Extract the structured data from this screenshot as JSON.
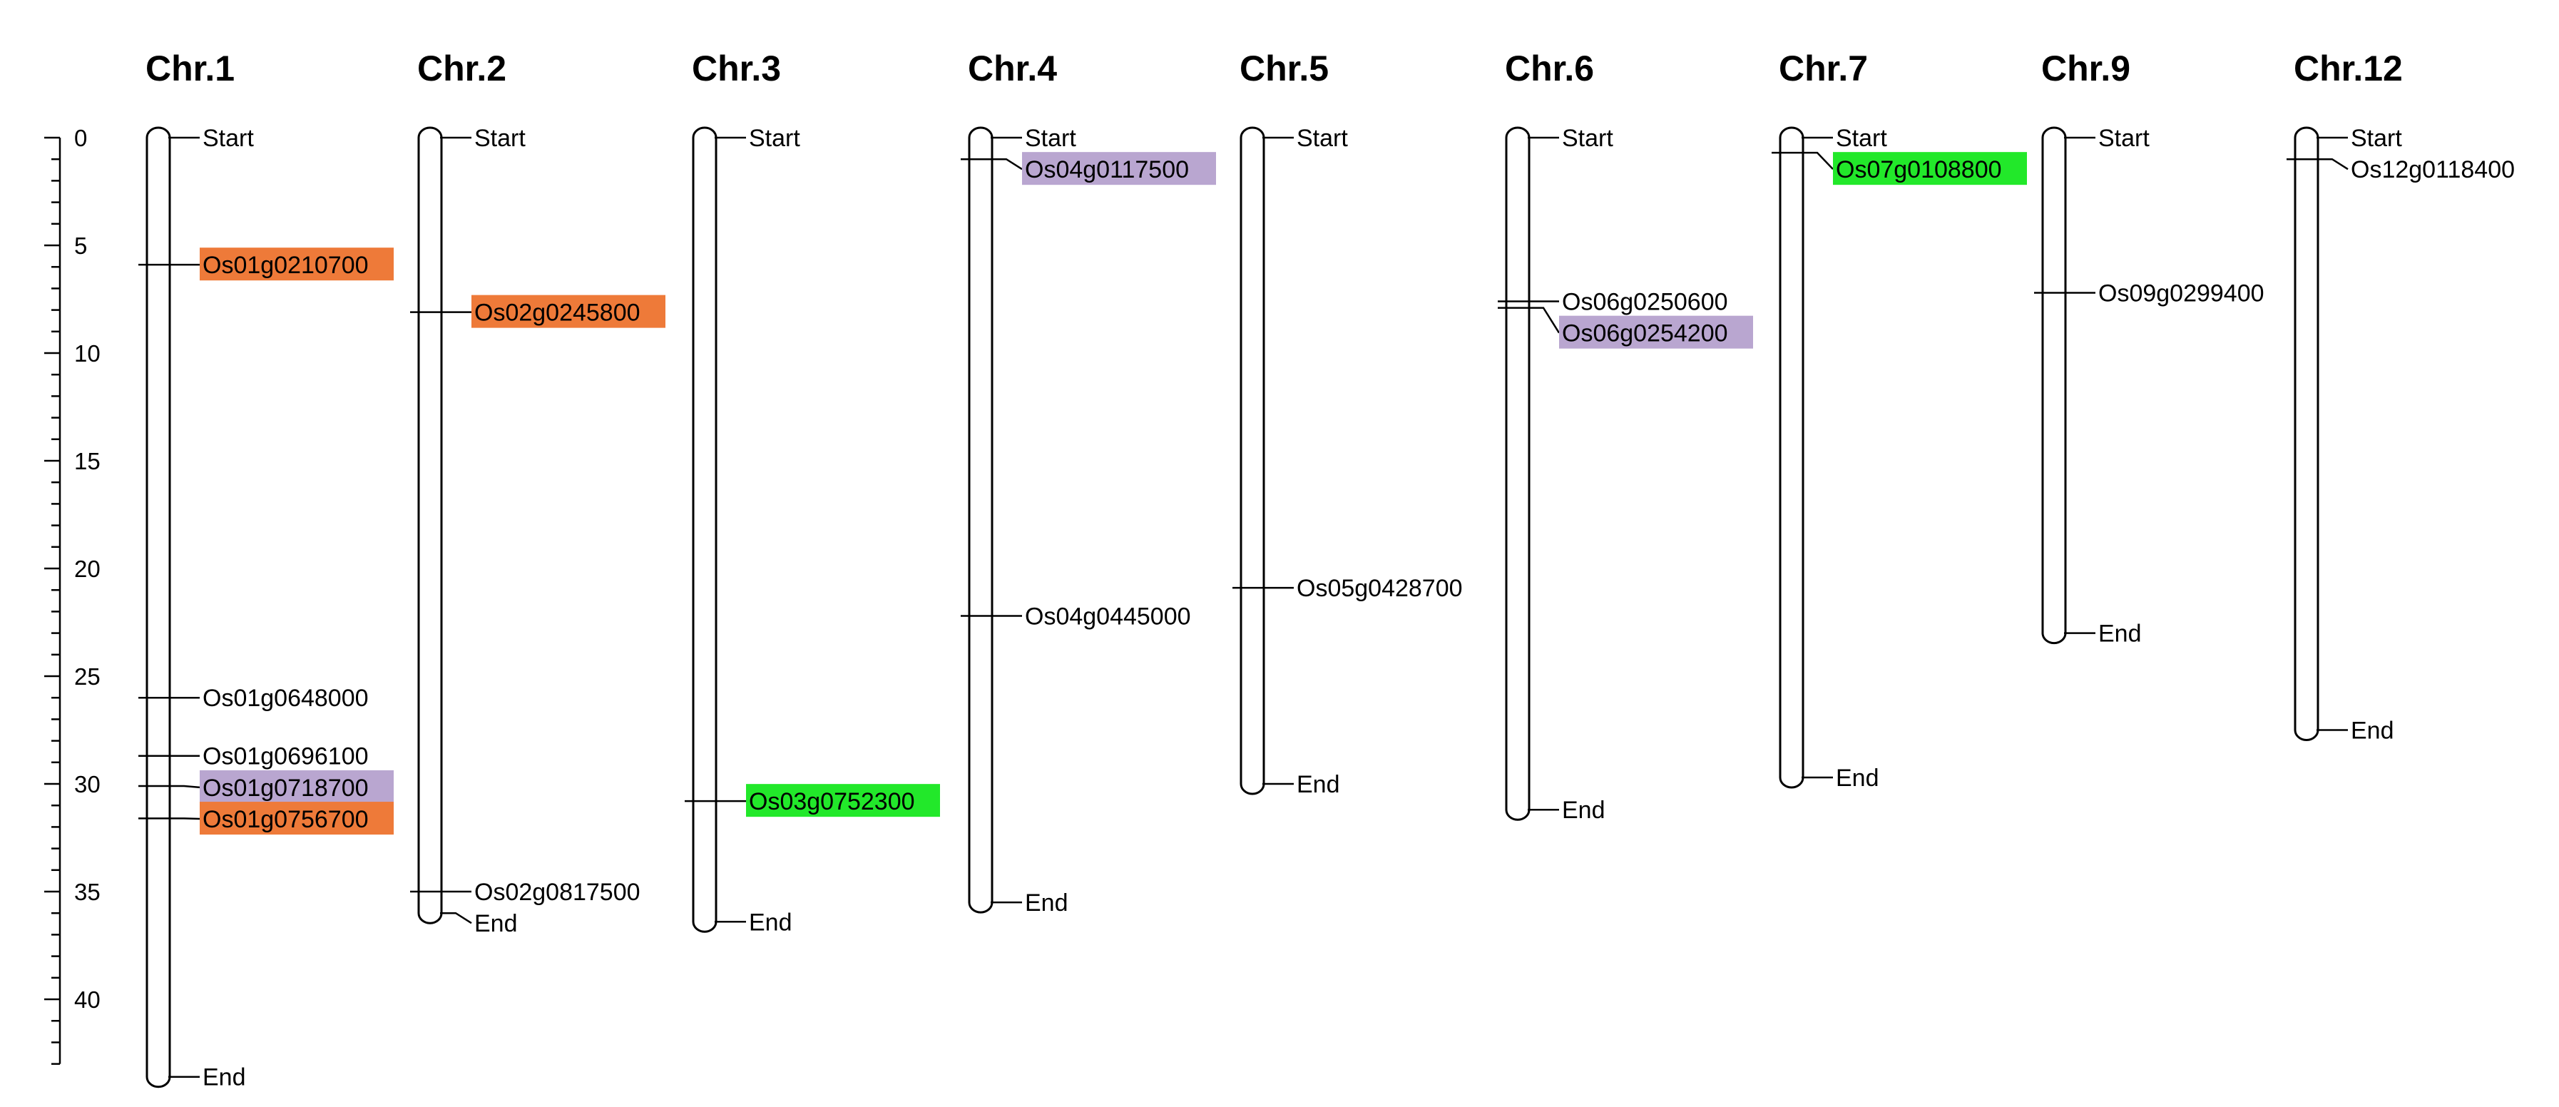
{
  "chart_data": {
    "type": "chromosome-map",
    "axis": {
      "ylim": [
        0,
        43
      ],
      "major_ticks": [
        0,
        5,
        10,
        15,
        20,
        25,
        30,
        35,
        40
      ],
      "minor_tick_step": 1
    },
    "colors": {
      "orange": "#ee7a39",
      "purple": "#b9a6d0",
      "green": "#22e82a",
      "none": "none"
    },
    "chromosomes": [
      {
        "name": "Chr.1",
        "length": 43.6,
        "start_label": "Start",
        "end_label": "End",
        "genes": [
          {
            "id": "Os01g0210700",
            "pos": 5.9,
            "highlight": "orange"
          },
          {
            "id": "Os01g0648000",
            "pos": 26.0,
            "highlight": "none"
          },
          {
            "id": "Os01g0696100",
            "pos": 28.7,
            "highlight": "none"
          },
          {
            "id": "Os01g0718700",
            "pos": 30.1,
            "highlight": "purple"
          },
          {
            "id": "Os01g0756700",
            "pos": 31.6,
            "highlight": "orange"
          }
        ]
      },
      {
        "name": "Chr.2",
        "length": 36.0,
        "start_label": "Start",
        "end_label": "End",
        "genes": [
          {
            "id": "Os02g0245800",
            "pos": 8.1,
            "highlight": "orange"
          },
          {
            "id": "Os02g0817500",
            "pos": 35.0,
            "highlight": "none"
          }
        ]
      },
      {
        "name": "Chr.3",
        "length": 36.4,
        "start_label": "Start",
        "end_label": "End",
        "genes": [
          {
            "id": "Os03g0752300",
            "pos": 30.8,
            "highlight": "green"
          }
        ]
      },
      {
        "name": "Chr.4",
        "length": 35.5,
        "start_label": "Start",
        "end_label": "End",
        "genes": [
          {
            "id": "Os04g0117500",
            "pos": 1.0,
            "highlight": "purple"
          },
          {
            "id": "Os04g0445000",
            "pos": 22.2,
            "highlight": "none"
          }
        ]
      },
      {
        "name": "Chr.5",
        "length": 30.0,
        "start_label": "Start",
        "end_label": "End",
        "genes": [
          {
            "id": "Os05g0428700",
            "pos": 20.9,
            "highlight": "none"
          }
        ]
      },
      {
        "name": "Chr.6",
        "length": 31.2,
        "start_label": "Start",
        "end_label": "End",
        "genes": [
          {
            "id": "Os06g0250600",
            "pos": 7.6,
            "highlight": "none"
          },
          {
            "id": "Os06g0254200",
            "pos": 7.9,
            "highlight": "purple"
          }
        ]
      },
      {
        "name": "Chr.7",
        "length": 29.7,
        "start_label": "Start",
        "end_label": "End",
        "genes": [
          {
            "id": "Os07g0108800",
            "pos": 0.7,
            "highlight": "green"
          }
        ]
      },
      {
        "name": "Chr.9",
        "length": 23.0,
        "start_label": "Start",
        "end_label": "End",
        "genes": [
          {
            "id": "Os09g0299400",
            "pos": 7.2,
            "highlight": "none"
          }
        ]
      },
      {
        "name": "Chr.12",
        "length": 27.5,
        "start_label": "Start",
        "end_label": "End",
        "genes": [
          {
            "id": "Os12g0118400",
            "pos": 1.0,
            "highlight": "none"
          }
        ]
      }
    ]
  }
}
